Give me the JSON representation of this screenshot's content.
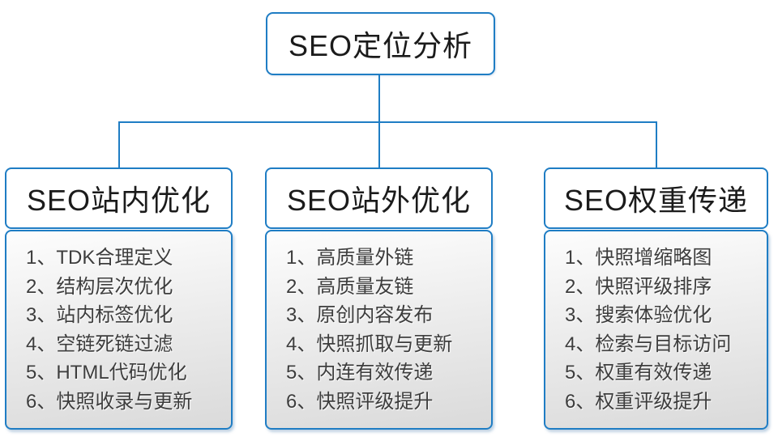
{
  "diagram": {
    "root": {
      "title": "SEO定位分析"
    },
    "columns": [
      {
        "title": "SEO站内优化",
        "items": [
          "1、TDK合理定义",
          "2、结构层次优化",
          "3、站内标签优化",
          "4、空链死链过滤",
          "5、HTML代码优化",
          "6、快照收录与更新"
        ]
      },
      {
        "title": "SEO站外优化",
        "items": [
          "1、高质量外链",
          "2、高质量友链",
          "3、原创内容发布",
          "4、快照抓取与更新",
          "5、内连有效传递",
          "6、快照评级提升"
        ]
      },
      {
        "title": "SEO权重传递",
        "items": [
          "1、快照增缩略图",
          "2、快照评级排序",
          "3、搜索体验优化",
          "4、检索与目标访问",
          "5、权重有效传递",
          "6、权重评级提升"
        ]
      }
    ]
  },
  "colors": {
    "accent_blue": "#1f7dc4",
    "text_dark": "#1b1b1b",
    "list_text": "#3d3d3d"
  }
}
